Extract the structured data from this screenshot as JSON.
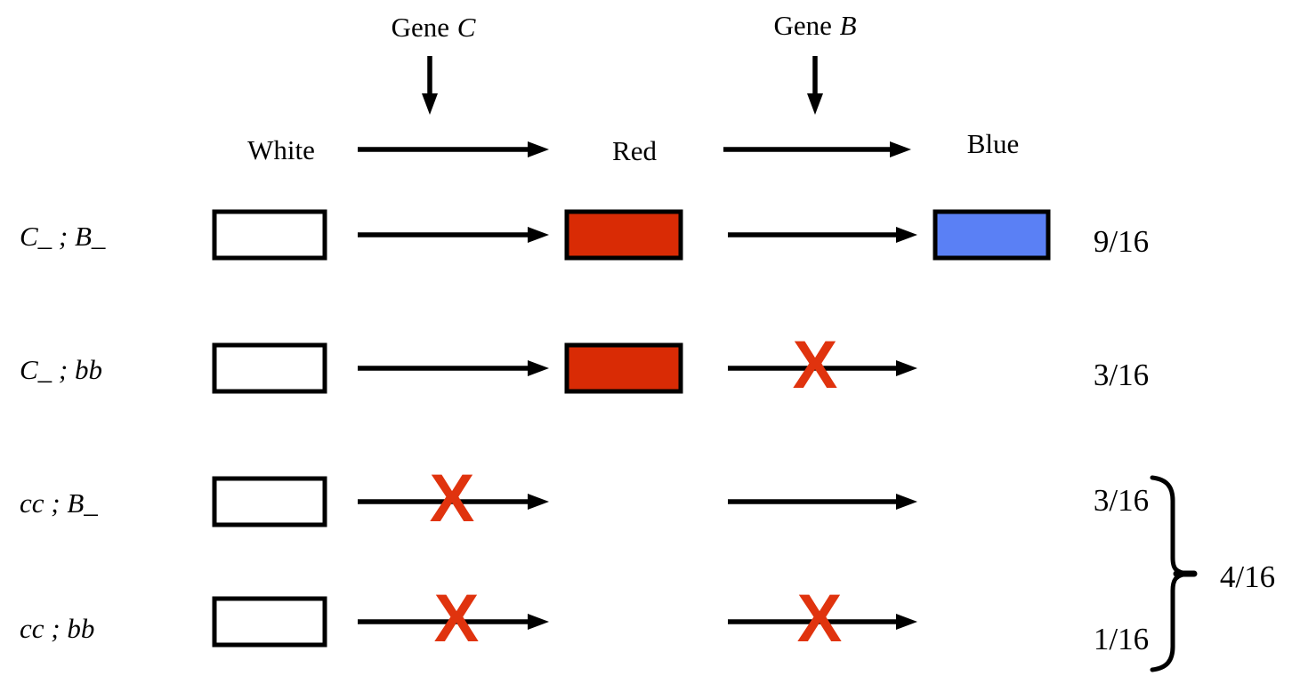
{
  "colors": {
    "red_box": "#d92b05",
    "blue_box": "#5a80f5",
    "white_box": "#ffffff",
    "x_mark": "#e0330e",
    "stroke": "#000000"
  },
  "header": {
    "gene_c": {
      "prefix": "Gene",
      "gene": "C"
    },
    "gene_b": {
      "prefix": "Gene",
      "gene": "B"
    },
    "stages": [
      "White",
      "Red",
      "Blue"
    ]
  },
  "rows": [
    {
      "genotype": "C_ ; B_",
      "step1_blocked": false,
      "step2_blocked": false,
      "intermediate": "red",
      "final": "blue",
      "fraction": "9/16"
    },
    {
      "genotype": "C_ ; bb",
      "step1_blocked": false,
      "step2_blocked": true,
      "intermediate": "red",
      "final": "none",
      "fraction": "3/16"
    },
    {
      "genotype": "cc ; B_",
      "step1_blocked": true,
      "step2_blocked": false,
      "intermediate": "none",
      "final": "none",
      "fraction": "3/16"
    },
    {
      "genotype": "cc ; bb",
      "step1_blocked": true,
      "step2_blocked": true,
      "intermediate": "none",
      "final": "none",
      "fraction": "1/16"
    }
  ],
  "bracket_total": "4/16",
  "x_symbol": "X"
}
